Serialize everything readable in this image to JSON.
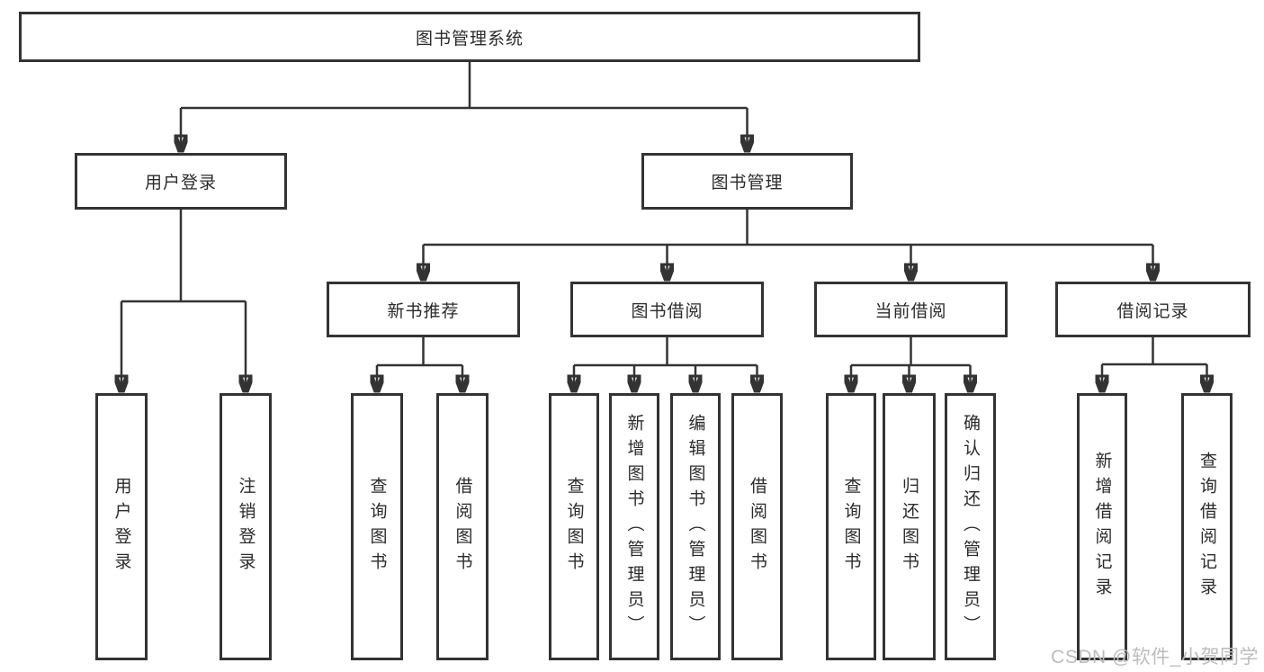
{
  "diagram": {
    "root": {
      "label": "图书管理系统"
    },
    "level2": [
      {
        "id": "user-login",
        "label": "用户登录"
      },
      {
        "id": "book-management",
        "label": "图书管理"
      }
    ],
    "level3": [
      {
        "id": "new-book-recommend",
        "label": "新书推荐"
      },
      {
        "id": "book-borrowing",
        "label": "图书借阅"
      },
      {
        "id": "current-borrowing",
        "label": "当前借阅"
      },
      {
        "id": "borrowing-records",
        "label": "借阅记录"
      }
    ],
    "level4": {
      "user_login": [
        {
          "label": "用户登录"
        },
        {
          "label": "注销登录"
        }
      ],
      "new_book_recommend": [
        {
          "label": "查询图书"
        },
        {
          "label": "借阅图书"
        }
      ],
      "book_borrowing": [
        {
          "label": "查询图书"
        },
        {
          "label": "新增图书（管理员）"
        },
        {
          "label": "编辑图书（管理员）"
        },
        {
          "label": "借阅图书"
        }
      ],
      "current_borrowing": [
        {
          "label": "查询图书"
        },
        {
          "label": "归还图书"
        },
        {
          "label": "确认归还（管理员）"
        }
      ],
      "borrowing_records": [
        {
          "label": "新增借阅记录"
        },
        {
          "label": "查询借阅记录"
        }
      ]
    },
    "watermark": "CSDN @软件_小贺同学"
  },
  "colors": {
    "line": "#333333",
    "text": "#2b2b2b",
    "watermark": "#bcbcbc",
    "background": "#ffffff"
  }
}
